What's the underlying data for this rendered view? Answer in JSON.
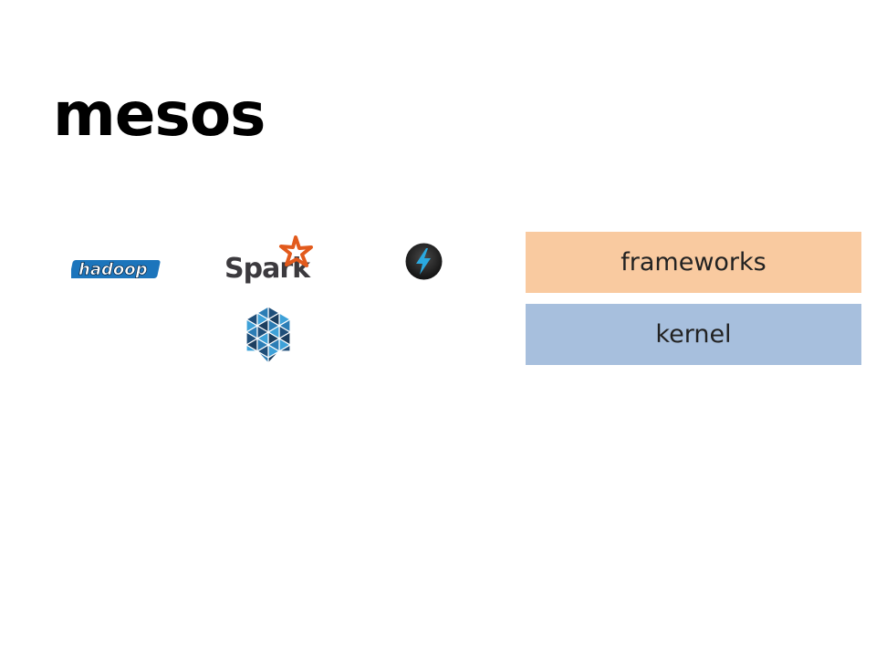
{
  "slide": {
    "title": "mesos"
  },
  "logos": {
    "hadoop": {
      "icon": "hadoop-logo-icon",
      "text": "hadoop"
    },
    "spark": {
      "icon": "spark-logo-icon",
      "text": "Spark"
    },
    "storm": {
      "icon": "lightning-bolt-icon"
    },
    "hex": {
      "icon": "hexagon-triangles-icon"
    }
  },
  "layers": {
    "frameworks": {
      "label": "frameworks",
      "color": "#f9caa0"
    },
    "kernel": {
      "label": "kernel",
      "color": "#a7bfdd"
    }
  }
}
